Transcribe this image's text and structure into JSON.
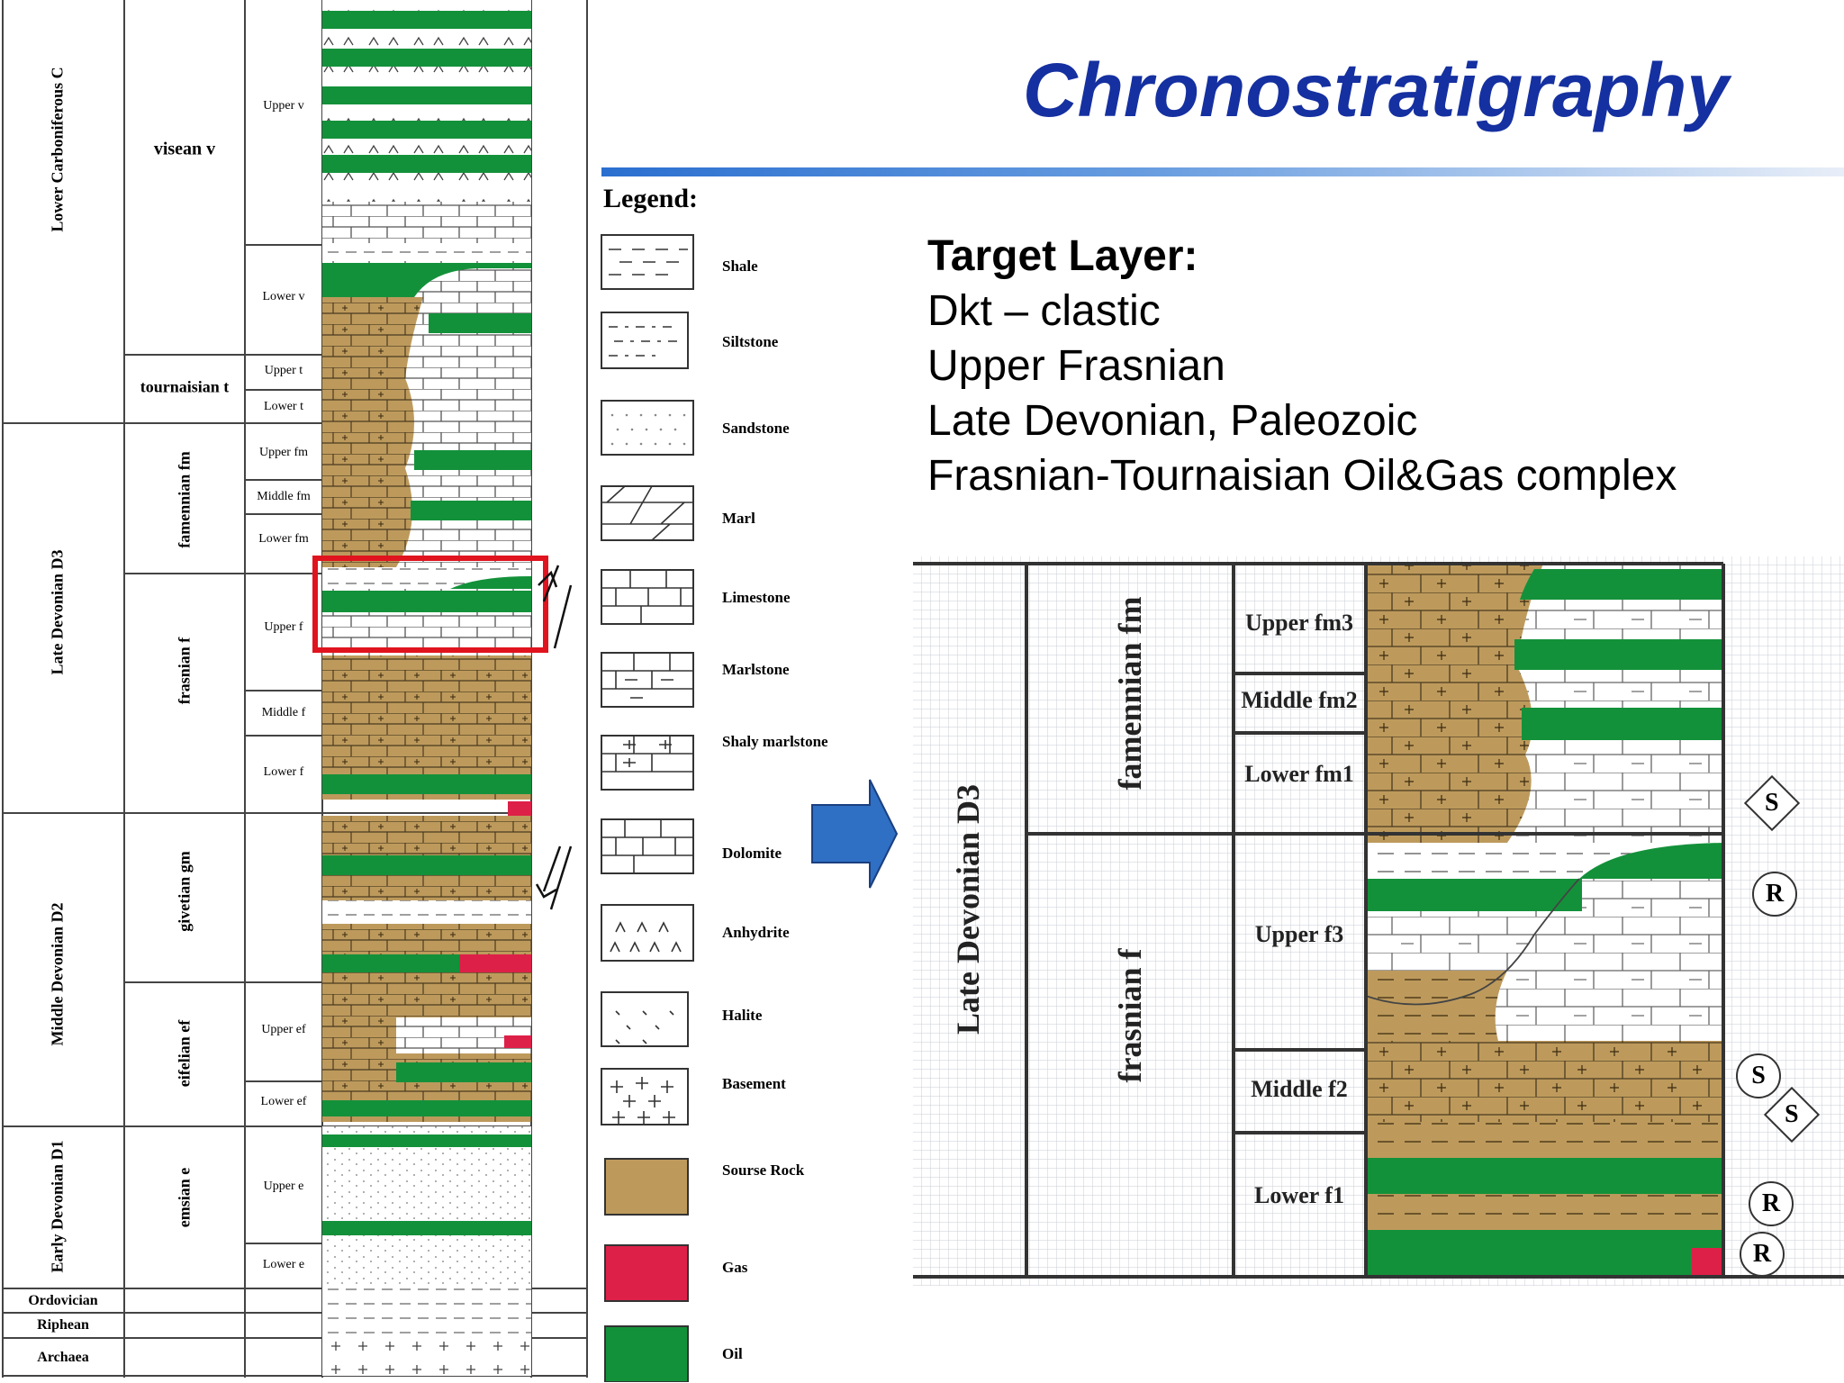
{
  "title": "Chronostratigraphy",
  "target": {
    "heading": "Target Layer:",
    "lines": [
      "Dkt – clastic",
      "Upper Frasnian",
      "Late Devonian, Paleozoic",
      "Frasnian-Tournaisian Oil&Gas complex"
    ]
  },
  "legend": {
    "title": "Legend:",
    "items": [
      "Shale",
      "Siltstone",
      "Sandstone",
      "Marl",
      "Limestone",
      "Marlstone",
      "Shaly marlstone",
      "Dolomite",
      "Anhydrite",
      "Halite",
      "Basement",
      "Sourse Rock",
      "Gas",
      "Oil"
    ]
  },
  "colors": {
    "oil": "#13913a",
    "source_rock": "#bd9a5c",
    "gas": "#dd2048",
    "title": "#1530a0",
    "arrow": "#2f6fc4",
    "highlight": "#e0141e"
  },
  "column": {
    "periods": [
      "Lower Carboniferous C",
      "Late Devonian D3",
      "Middle Devonian D2",
      "Early Devonian D1",
      "Ordovician",
      "Riphean",
      "Archaea"
    ],
    "stages": [
      "visean v",
      "tournaisian t",
      "famennian fm",
      "frasnian f",
      "givetian gm",
      "eifelian ef",
      "emsian e"
    ],
    "substages": [
      "Upper v",
      "Lower v",
      "Upper t",
      "Lower t",
      "Upper fm",
      "Middle fm",
      "Lower fm",
      "Upper f",
      "Middle f",
      "Lower f",
      "Upper ef",
      "Lower ef",
      "Upper e",
      "Lower e"
    ]
  },
  "zoom": {
    "period": "Late Devonian D3",
    "stages": [
      "famennian fm",
      "frasnian f"
    ],
    "substages": [
      "Upper fm3",
      "Middle fm2",
      "Lower fm1",
      "Upper f3",
      "Middle f2",
      "Lower f1"
    ],
    "badges": [
      "S",
      "R",
      "S",
      "S",
      "R",
      "R"
    ]
  }
}
